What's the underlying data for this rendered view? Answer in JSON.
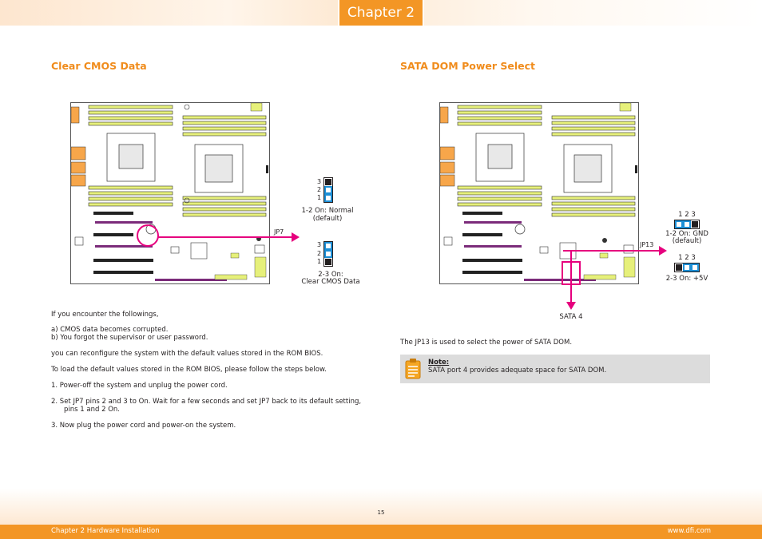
{
  "header": {
    "chapter": "Chapter 2"
  },
  "left": {
    "title": "Clear CMOS Data",
    "jumper_label": "JP7",
    "pins_top": [
      "3",
      "2",
      "1"
    ],
    "pins_bottom": [
      "3",
      "2",
      "1"
    ],
    "opt1_line1": "1-2 On: Normal",
    "opt1_line2": "(default)",
    "opt2_line1": "2-3 On:",
    "opt2_line2": "Clear CMOS Data",
    "para1": "If you encounter the followings,",
    "item_a": "a)   CMOS data becomes corrupted.",
    "item_b": "b)   You forgot the supervisor or user password.",
    "para2": "you can reconfigure the system with the default values stored in the ROM BIOS.",
    "para3": "To load the default values stored in the ROM BIOS, please follow the steps below.",
    "step1": "1.   Power-off the system and unplug the power cord.",
    "step2a": "2.   Set JP7 pins 2 and 3 to On. Wait for a few seconds and set JP7 back to its default setting,",
    "step2b": "pins 1 and 2 On.",
    "step3": "3.   Now plug the power cord and power-on the system."
  },
  "right": {
    "title": "SATA DOM Power Select",
    "jumper_label": "JP13",
    "sata_label": "SATA 4",
    "pins_top": "1  2  3",
    "pins_bottom": "1  2  3",
    "opt1_line1": "1-2 On: GND",
    "opt1_line2": "(default)",
    "opt2": "2-3 On: +5V",
    "para1": "The JP13 is used to select the power of SATA DOM.",
    "note_title": "Note:",
    "note_text": "SATA port 4 provides adequate space for SATA DOM."
  },
  "footer": {
    "page_number": "15",
    "left": "Chapter 2 Hardware Installation",
    "right": "www.dfi.com"
  },
  "colors": {
    "accent": "#f39625",
    "title": "#f08c1c",
    "callout": "#e6007e",
    "jumper": "#1d8fd6"
  }
}
